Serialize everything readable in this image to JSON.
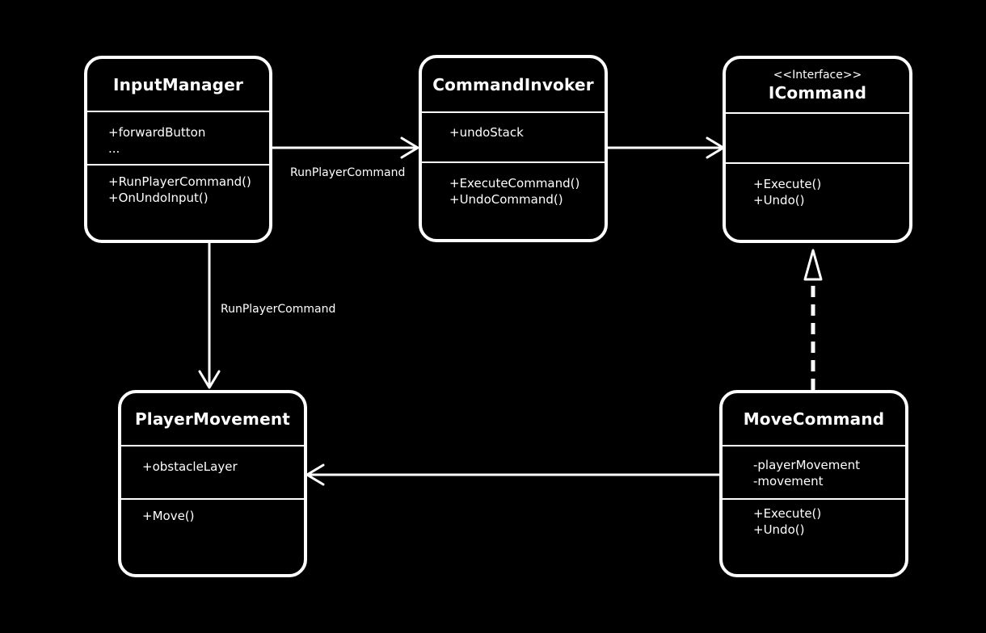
{
  "classes": {
    "input_manager": {
      "name": "InputManager",
      "attributes": [
        "+forwardButton",
        "..."
      ],
      "operations": [
        "+RunPlayerCommand()",
        "+OnUndoInput()"
      ]
    },
    "command_invoker": {
      "name": "CommandInvoker",
      "attributes": [
        "+undoStack"
      ],
      "operations": [
        "+ExecuteCommand()",
        "+UndoCommand()"
      ]
    },
    "icommand": {
      "stereotype": "<<Interface>>",
      "name": "ICommand",
      "attributes": [],
      "operations": [
        "+Execute()",
        "+Undo()"
      ]
    },
    "player_movement": {
      "name": "PlayerMovement",
      "attributes": [
        "+obstacleLayer"
      ],
      "operations": [
        "+Move()"
      ]
    },
    "move_command": {
      "name": "MoveCommand",
      "attributes": [
        "-playerMovement",
        "-movement"
      ],
      "operations": [
        "+Execute()",
        "+Undo()"
      ]
    }
  },
  "relations": {
    "input_to_invoker": {
      "label": "RunPlayerCommand"
    },
    "input_to_player": {
      "label": "RunPlayerCommand"
    }
  },
  "colors": {
    "background": "#000000",
    "foreground": "#ffffff"
  }
}
